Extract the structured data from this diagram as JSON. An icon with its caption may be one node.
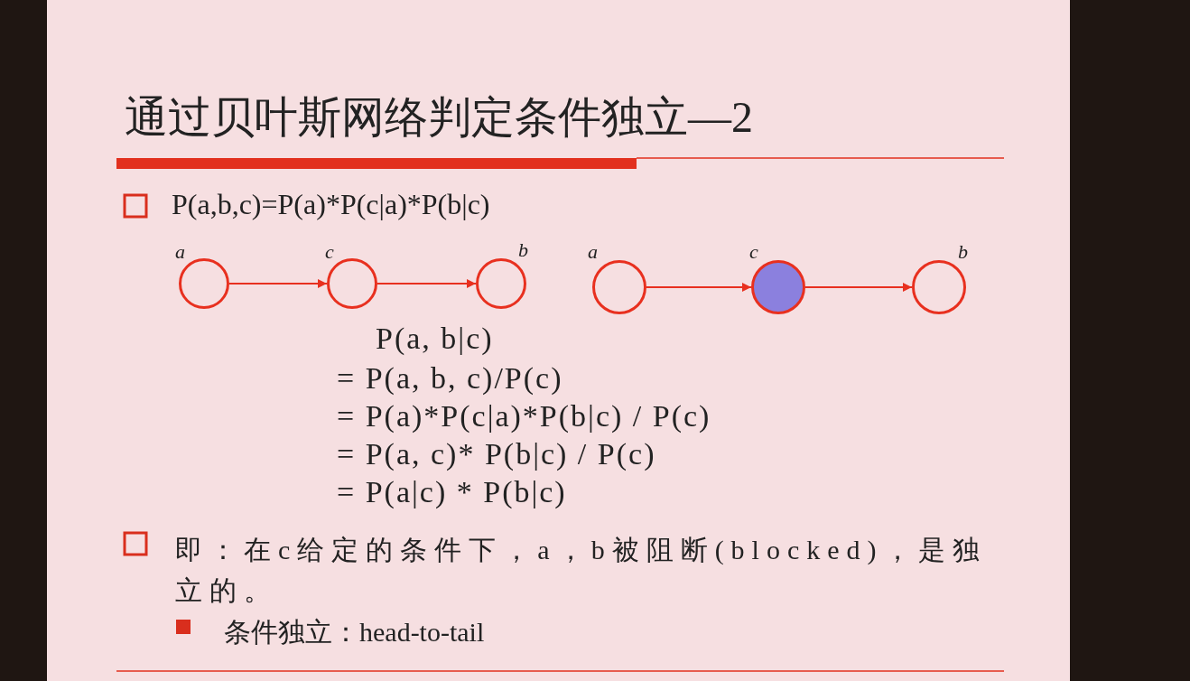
{
  "diagram": {
    "title": "通过贝叶斯网络判定条件独立—2",
    "nodes": [
      {
        "text": [],
        "shape": "circle",
        "beside": [
          "a"
        ]
      },
      {
        "text": [],
        "shape": "circle",
        "beside": [
          "c"
        ]
      },
      {
        "text": [],
        "shape": "circle",
        "beside": [
          "b"
        ]
      },
      {
        "text": [],
        "shape": "circle",
        "beside": [
          "a"
        ]
      },
      {
        "text": [],
        "shape": "circle",
        "beside": [
          "c"
        ]
      },
      {
        "text": [],
        "shape": "circle",
        "beside": [
          "b"
        ]
      }
    ],
    "edges": [
      {
        "from": 0,
        "to": 1,
        "arrow": "to"
      },
      {
        "from": 1,
        "to": 2,
        "arrow": "to"
      },
      {
        "from": 3,
        "to": 4,
        "arrow": "to"
      },
      {
        "from": 4,
        "to": 5,
        "arrow": "to"
      }
    ],
    "labels": [
      "P(a,b,c)=P(a)*P(c|a)*P(b|c)",
      "P(a, b|c)",
      "= P(a, b, c)/P(c)",
      "= P(a)*P(c|a)*P(b|c) / P(c)",
      "= P(a, c)* P(b|c) / P(c)",
      "= P(a|c) * P(b|c)",
      "即：在c给定的条件下，a，b被阻断(blocked)，是独立的。",
      "条件独立：head-to-tail"
    ]
  }
}
